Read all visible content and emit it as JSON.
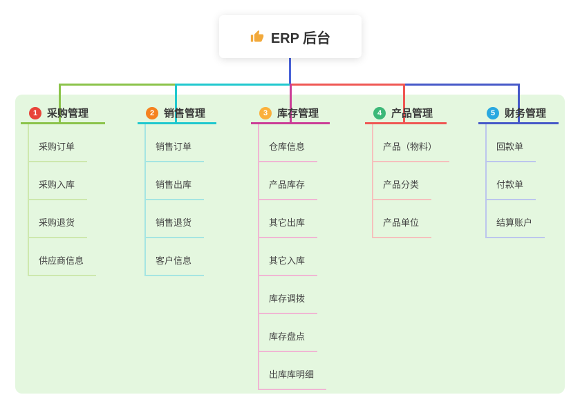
{
  "root": {
    "icon": "thumbs-up",
    "title": "ERP 后台"
  },
  "stem_color": "#4a63d8",
  "panel_bg": "#e4f7df",
  "branches": [
    {
      "num": "1",
      "title": "采购管理",
      "badge_color": "#e8443a",
      "line_color": "#8bc34a",
      "child_line_color": "#cde8ad",
      "children": [
        "采购订单",
        "采购入库",
        "采购退货",
        "供应商信息"
      ]
    },
    {
      "num": "2",
      "title": "销售管理",
      "badge_color": "#f58220",
      "line_color": "#1fc8ce",
      "child_line_color": "#a5e5e2",
      "children": [
        "销售订单",
        "销售出库",
        "销售退货",
        "客户信息"
      ]
    },
    {
      "num": "3",
      "title": "库存管理",
      "badge_color": "#fbb03b",
      "line_color": "#cb3d96",
      "child_line_color": "#f0b6d3",
      "children": [
        "仓库信息",
        "产品库存",
        "其它出库",
        "其它入库",
        "库存调拨",
        "库存盘点",
        "出库库明细"
      ]
    },
    {
      "num": "4",
      "title": "产品管理",
      "badge_color": "#3cb878",
      "line_color": "#ef5753",
      "child_line_color": "#f5c0bd",
      "children": [
        "产品（物料）",
        "产品分类",
        "产品单位"
      ]
    },
    {
      "num": "5",
      "title": "财务管理",
      "badge_color": "#29a8e0",
      "line_color": "#4659c8",
      "child_line_color": "#bcc6ed",
      "children": [
        "回款单",
        "付款单",
        "结算账户"
      ]
    }
  ]
}
